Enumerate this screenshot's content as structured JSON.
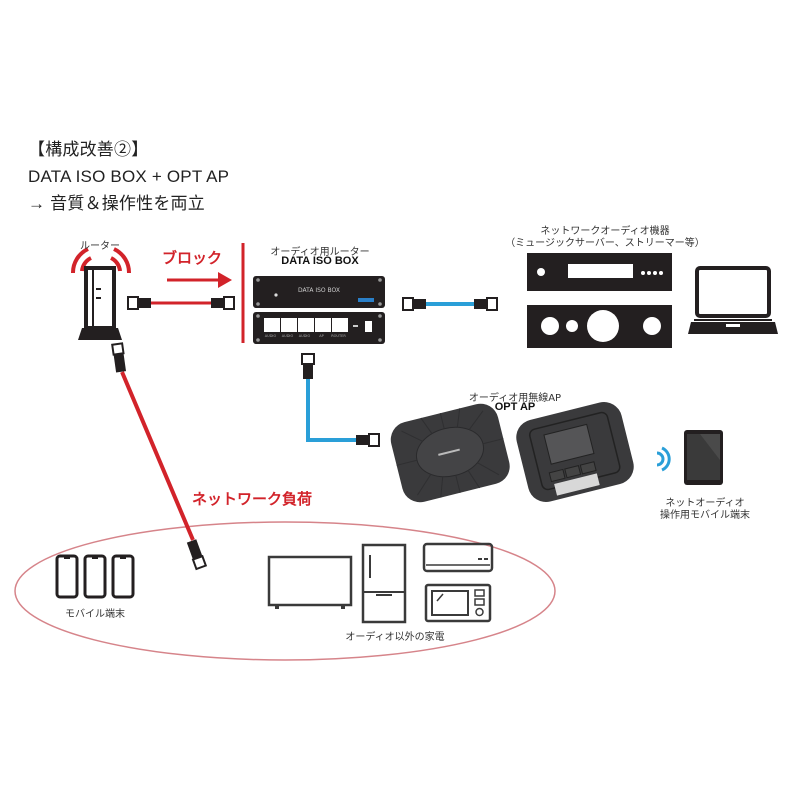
{
  "title": {
    "line1": "【構成改善②】",
    "line2": "DATA ISO BOX + OPT AP",
    "line3": "→ 音質＆操作性を両立"
  },
  "router": {
    "label": "ルーター"
  },
  "block": {
    "label": "ブロック"
  },
  "data_iso_box": {
    "label": "オーディオ用ルーター",
    "name": "DATA ISO BOX",
    "panel_text": "DATA ISO BOX",
    "port_labels": [
      "AUDIO",
      "AUDIO",
      "AUDIO",
      "AP",
      "ROUTER"
    ]
  },
  "network_audio": {
    "label_line1": "ネットワークオーディオ機器",
    "label_line2": "（ミュージックサーバー、ストリーマー等）"
  },
  "opt_ap": {
    "label": "オーディオ用無線AP",
    "name": "OPT AP"
  },
  "tablet": {
    "label_line1": "ネットオーディオ",
    "label_line2": "操作用モバイル端末"
  },
  "network_load": {
    "label": "ネットワーク負荷"
  },
  "mobile": {
    "label": "モバイル端末"
  },
  "appliances": {
    "label": "オーディオ以外の家電"
  },
  "colors": {
    "red": "#d2232a",
    "blue": "#2a9fd8",
    "dark": "#231f20",
    "ap_gray": "#3a3a3c"
  }
}
